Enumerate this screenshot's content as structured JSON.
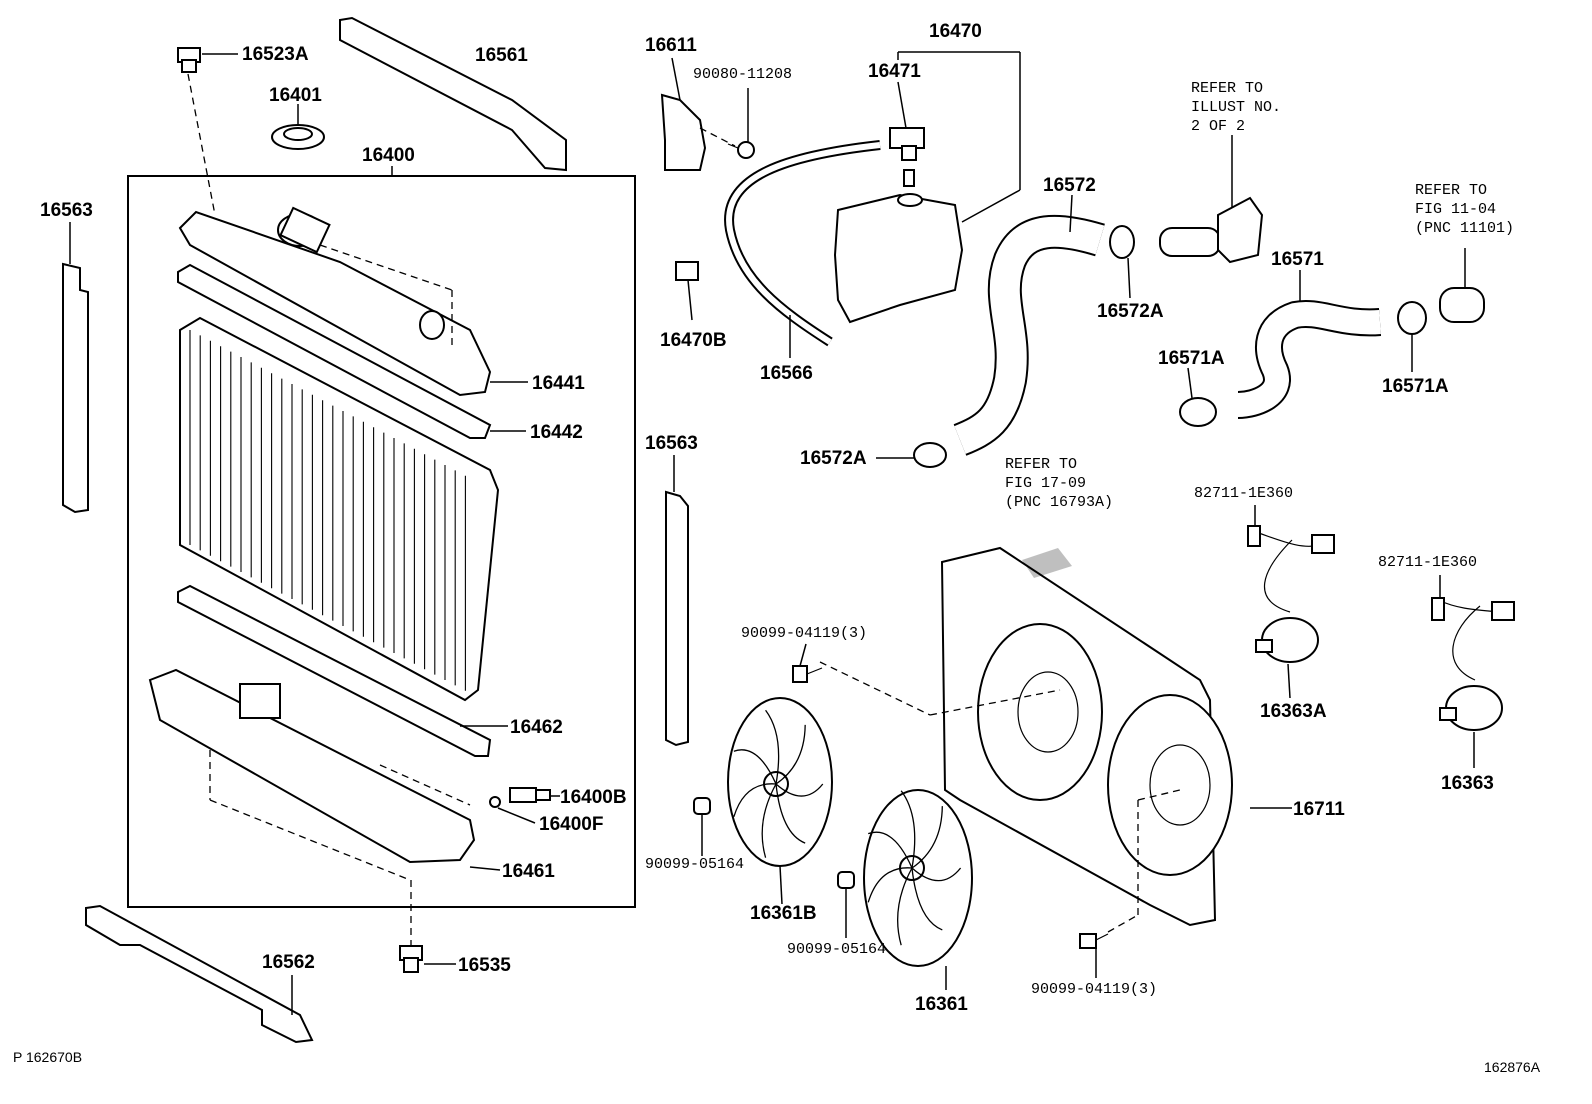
{
  "labels": {
    "p16523A": "16523A",
    "p16561": "16561",
    "p16401": "16401",
    "p16400": "16400",
    "p16563_left": "16563",
    "p16441": "16441",
    "p16442": "16442",
    "p16462": "16462",
    "p16400B": "16400B",
    "p16400F": "16400F",
    "p16461": "16461",
    "p16562": "16562",
    "p16535": "16535",
    "p16611": "16611",
    "p90080_11208": "90080-11208",
    "p16470": "16470",
    "p16471": "16471",
    "p16470B": "16470B",
    "p16566": "16566",
    "p16572": "16572",
    "p16572A_top": "16572A",
    "p16572A_bottom": "16572A",
    "p16571": "16571",
    "p16571A_left": "16571A",
    "p16571A_right": "16571A",
    "p16563_mid": "16563",
    "p82711_a": "82711-1E360",
    "p82711_b": "82711-1E360",
    "p16363A": "16363A",
    "p16363": "16363",
    "p90099_04119_top": "90099-04119(3)",
    "p90099_05164_left": "90099-05164",
    "p16361B": "16361B",
    "p90099_05164_mid": "90099-05164",
    "p16361": "16361",
    "p90099_04119_bottom": "90099-04119(3)",
    "p16711": "16711"
  },
  "refer_notes": {
    "illust": [
      "REFER TO",
      "ILLUST NO.",
      "2 OF 2"
    ],
    "fig_11_04": [
      "REFER TO",
      "FIG 11-04",
      "(PNC 11101)"
    ],
    "fig_17_09": [
      "REFER TO",
      "FIG 17-09",
      "(PNC 16793A)"
    ]
  },
  "footer": {
    "left_code": "P 162670B",
    "right_code": "162876A"
  }
}
